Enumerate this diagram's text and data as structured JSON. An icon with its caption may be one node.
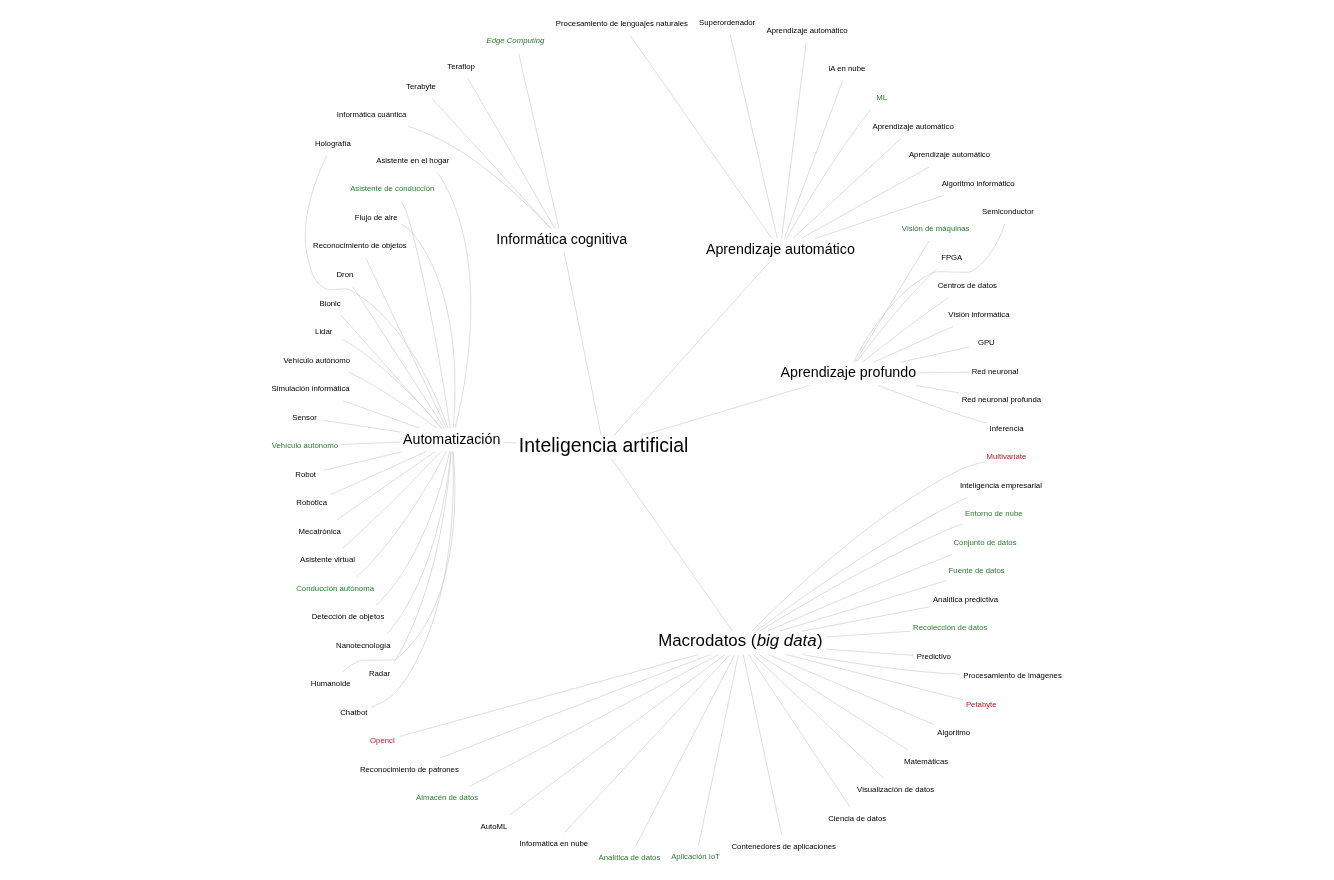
{
  "diagram": {
    "nodes": [
      {
        "text": [
          "Inteligencia artificial"
        ]
      },
      {
        "text": [
          "Aprendizaje profundo"
        ]
      },
      {
        "text": [
          "Aprendizaje automático"
        ]
      },
      {
        "text": [
          "Informática cognitiva"
        ]
      },
      {
        "text": [
          "Automatización"
        ]
      },
      {
        "text": [
          "Macrodatos (*big data*)"
        ]
      },
      {
        "text": [
          "Inferencia"
        ]
      },
      {
        "text": [
          "Red neuronal profunda"
        ]
      },
      {
        "text": [
          "Red neuronal"
        ]
      },
      {
        "text": [
          "GPU"
        ]
      },
      {
        "text": [
          "Visión informática"
        ]
      },
      {
        "text": [
          "Centros de datos"
        ]
      },
      {
        "text": [
          "FPGA"
        ]
      },
      {
        "text": [
          "Visión de máquinas"
        ]
      },
      {
        "text": [
          "Semiconductor"
        ]
      },
      {
        "text": [
          "Algoritmo informático"
        ]
      },
      {
        "text": [
          "Aprendizaje automático"
        ]
      },
      {
        "text": [
          "Aprendizaje automático"
        ]
      },
      {
        "text": [
          "ML"
        ]
      },
      {
        "text": [
          "IA en nube"
        ]
      },
      {
        "text": [
          "Aprendizaje automático"
        ]
      },
      {
        "text": [
          "Superordenador"
        ]
      },
      {
        "text": [
          "Procesamiento de lenguajes naturales"
        ]
      },
      {
        "text": [
          "Edge Computing"
        ]
      },
      {
        "text": [
          "Teraflop"
        ]
      },
      {
        "text": [
          "Terabyte"
        ]
      },
      {
        "text": [
          "Informática cuántica"
        ]
      },
      {
        "text": [
          "Holografía"
        ]
      },
      {
        "text": [
          "Asistente en el hogar"
        ]
      },
      {
        "text": [
          "Asistente de conducción"
        ]
      },
      {
        "text": [
          "Flujo de aire"
        ]
      },
      {
        "text": [
          "Reconocimiento de objetos"
        ]
      },
      {
        "text": [
          "Dron"
        ]
      },
      {
        "text": [
          "Bionic"
        ]
      },
      {
        "text": [
          "Lidar"
        ]
      },
      {
        "text": [
          "Vehículo autónomo"
        ]
      },
      {
        "text": [
          "Simulación informática"
        ]
      },
      {
        "text": [
          "Sensor"
        ]
      },
      {
        "text": [
          "Vehículo autónomo"
        ]
      },
      {
        "text": [
          "Robot"
        ]
      },
      {
        "text": [
          "Robótica"
        ]
      },
      {
        "text": [
          "Mecatrónica"
        ]
      },
      {
        "text": [
          "Asistente virtual"
        ]
      },
      {
        "text": [
          "Conducción autónoma"
        ]
      },
      {
        "text": [
          "Detección de objetos"
        ]
      },
      {
        "text": [
          "Nanotecnología"
        ]
      },
      {
        "text": [
          "Radar"
        ]
      },
      {
        "text": [
          "Humanoide"
        ]
      },
      {
        "text": [
          "Chatbot"
        ]
      },
      {
        "text": [
          "Opencl"
        ]
      },
      {
        "text": [
          "Reconocimiento de patrones"
        ]
      },
      {
        "text": [
          "Almacén de datos"
        ]
      },
      {
        "text": [
          "AutoML"
        ]
      },
      {
        "text": [
          "Informática en nube"
        ]
      },
      {
        "text": [
          "Analítica de datos"
        ]
      },
      {
        "text": [
          "Aplicación IoT"
        ]
      },
      {
        "text": [
          "Contenedores de aplicaciones"
        ]
      },
      {
        "text": [
          "Ciencia de datos"
        ]
      },
      {
        "text": [
          "Visualización de datos"
        ]
      },
      {
        "text": [
          "Matemáticas"
        ]
      },
      {
        "text": [
          "Algoritmo"
        ]
      },
      {
        "text": [
          "Petabyte"
        ]
      },
      {
        "text": [
          "Procesamiento de imágenes"
        ]
      },
      {
        "text": [
          "Predictivo"
        ]
      },
      {
        "text": [
          "Recolección de datos"
        ]
      },
      {
        "text": [
          "Analítica predictiva"
        ]
      },
      {
        "text": [
          "Fuente de datos"
        ]
      },
      {
        "text": [
          "Conjunto de datos"
        ]
      },
      {
        "text": [
          "Entorno de nube"
        ]
      },
      {
        "text": [
          "Inteligencia empresarial"
        ]
      },
      {
        "text": [
          "Multivariate"
        ]
      }
    ],
    "edges": [
      {
        "from": 0,
        "to": 1,
        "arrow": "none"
      },
      {
        "from": 0,
        "to": 2,
        "arrow": "none"
      },
      {
        "from": 0,
        "to": 3,
        "arrow": "none"
      },
      {
        "from": 0,
        "to": 4,
        "arrow": "none"
      },
      {
        "from": 0,
        "to": 5,
        "arrow": "none"
      },
      {
        "from": 1,
        "to": 6,
        "arrow": "none"
      },
      {
        "from": 1,
        "to": 7,
        "arrow": "none"
      },
      {
        "from": 1,
        "to": 8,
        "arrow": "none"
      },
      {
        "from": 1,
        "to": 9,
        "arrow": "none"
      },
      {
        "from": 1,
        "to": 10,
        "arrow": "none"
      },
      {
        "from": 1,
        "to": 11,
        "arrow": "none"
      },
      {
        "from": 1,
        "to": 12,
        "arrow": "none"
      },
      {
        "from": 1,
        "to": 13,
        "arrow": "none"
      },
      {
        "from": 1,
        "to": 14,
        "arrow": "none"
      },
      {
        "from": 2,
        "to": 15,
        "arrow": "none"
      },
      {
        "from": 2,
        "to": 16,
        "arrow": "none"
      },
      {
        "from": 2,
        "to": 17,
        "arrow": "none"
      },
      {
        "from": 2,
        "to": 18,
        "arrow": "none"
      },
      {
        "from": 2,
        "to": 19,
        "arrow": "none"
      },
      {
        "from": 2,
        "to": 20,
        "arrow": "none"
      },
      {
        "from": 2,
        "to": 21,
        "arrow": "none"
      },
      {
        "from": 2,
        "to": 22,
        "arrow": "none"
      },
      {
        "from": 3,
        "to": 23,
        "arrow": "none"
      },
      {
        "from": 3,
        "to": 24,
        "arrow": "none"
      },
      {
        "from": 3,
        "to": 25,
        "arrow": "none"
      },
      {
        "from": 3,
        "to": 26,
        "arrow": "none"
      },
      {
        "from": 4,
        "to": 27,
        "arrow": "none"
      },
      {
        "from": 4,
        "to": 28,
        "arrow": "none"
      },
      {
        "from": 4,
        "to": 29,
        "arrow": "none"
      },
      {
        "from": 4,
        "to": 30,
        "arrow": "none"
      },
      {
        "from": 4,
        "to": 31,
        "arrow": "none"
      },
      {
        "from": 4,
        "to": 32,
        "arrow": "none"
      },
      {
        "from": 4,
        "to": 33,
        "arrow": "none"
      },
      {
        "from": 4,
        "to": 34,
        "arrow": "none"
      },
      {
        "from": 4,
        "to": 35,
        "arrow": "none"
      },
      {
        "from": 4,
        "to": 36,
        "arrow": "none"
      },
      {
        "from": 4,
        "to": 37,
        "arrow": "none"
      },
      {
        "from": 4,
        "to": 38,
        "arrow": "none"
      },
      {
        "from": 4,
        "to": 39,
        "arrow": "none"
      },
      {
        "from": 4,
        "to": 40,
        "arrow": "none"
      },
      {
        "from": 4,
        "to": 41,
        "arrow": "none"
      },
      {
        "from": 4,
        "to": 42,
        "arrow": "none"
      },
      {
        "from": 4,
        "to": 43,
        "arrow": "none"
      },
      {
        "from": 4,
        "to": 44,
        "arrow": "none"
      },
      {
        "from": 4,
        "to": 45,
        "arrow": "none"
      },
      {
        "from": 4,
        "to": 46,
        "arrow": "none"
      },
      {
        "from": 4,
        "to": 47,
        "arrow": "none"
      },
      {
        "from": 4,
        "to": 48,
        "arrow": "none"
      },
      {
        "from": 5,
        "to": 49,
        "arrow": "none"
      },
      {
        "from": 5,
        "to": 50,
        "arrow": "none"
      },
      {
        "from": 5,
        "to": 51,
        "arrow": "none"
      },
      {
        "from": 5,
        "to": 52,
        "arrow": "none"
      },
      {
        "from": 5,
        "to": 53,
        "arrow": "none"
      },
      {
        "from": 5,
        "to": 54,
        "arrow": "none"
      },
      {
        "from": 5,
        "to": 55,
        "arrow": "none"
      },
      {
        "from": 5,
        "to": 56,
        "arrow": "none"
      },
      {
        "from": 5,
        "to": 57,
        "arrow": "none"
      },
      {
        "from": 5,
        "to": 58,
        "arrow": "none"
      },
      {
        "from": 5,
        "to": 59,
        "arrow": "none"
      },
      {
        "from": 5,
        "to": 60,
        "arrow": "none"
      },
      {
        "from": 5,
        "to": 61,
        "arrow": "none"
      },
      {
        "from": 5,
        "to": 62,
        "arrow": "none"
      },
      {
        "from": 5,
        "to": 63,
        "arrow": "none"
      },
      {
        "from": 5,
        "to": 64,
        "arrow": "none"
      },
      {
        "from": 5,
        "to": 65,
        "arrow": "none"
      },
      {
        "from": 5,
        "to": 66,
        "arrow": "none"
      },
      {
        "from": 5,
        "to": 67,
        "arrow": "none"
      },
      {
        "from": 5,
        "to": 68,
        "arrow": "none"
      },
      {
        "from": 5,
        "to": 69,
        "arrow": "none"
      },
      {
        "from": 5,
        "to": 70,
        "arrow": "none"
      }
    ]
  }
}
